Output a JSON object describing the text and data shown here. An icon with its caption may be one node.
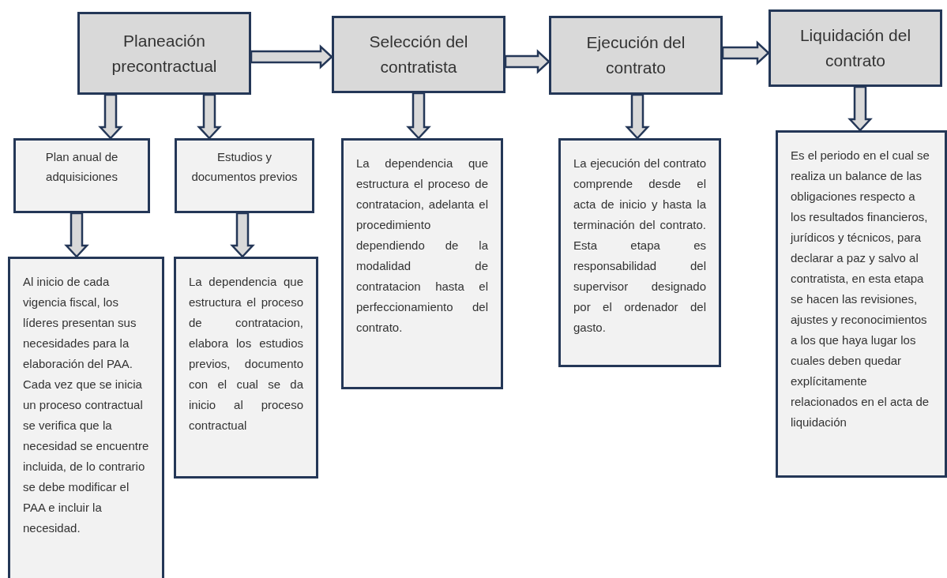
{
  "diagram": {
    "nodes": [
      {
        "text": [
          "Planeación precontractual"
        ]
      },
      {
        "text": [
          "Selección del contratista"
        ]
      },
      {
        "text": [
          "Ejecución del contrato"
        ]
      },
      {
        "text": [
          "Liquidación del contrato"
        ]
      },
      {
        "text": [
          "Plan anual de adquisiciones"
        ]
      },
      {
        "text": [
          "Estudios y documentos previos"
        ]
      },
      {
        "text": [
          "Al inicio de cada vigencia fiscal, los líderes presentan sus necesidades para la elaboración del PAA. Cada vez que se inicia un proceso contractual se verifica que la necesidad se encuentre incluida, de lo contrario se debe modificar el PAA e incluir la necesidad."
        ]
      },
      {
        "text": [
          "La dependencia que estructura el proceso de contratacion, elabora los estudios previos, documento con el cual se da inicio al proceso contractual"
        ]
      },
      {
        "text": [
          "La dependencia que estructura el proceso de contratacion, adelanta el procedimiento dependiendo de la modalidad de contratacion hasta el perfeccionamiento del contrato."
        ]
      },
      {
        "text": [
          "La ejecución del contrato comprende desde el acta de inicio y hasta la terminación del contrato. Esta etapa es responsabilidad del supervisor designado por el ordenador del gasto."
        ]
      },
      {
        "text": [
          "Es el periodo en el cual se realiza un balance de las obligaciones respecto a los resultados financieros, jurídicos y técnicos, para declarar a paz y salvo al contratista, en esta etapa se hacen las revisiones, ajustes y reconocimientos a los que haya lugar los cuales deben quedar explícitamente relacionados en el acta de liquidación"
        ]
      }
    ],
    "edges": [
      {
        "from": 0,
        "to": 1,
        "arrow": "to"
      },
      {
        "from": 1,
        "to": 2,
        "arrow": "to"
      },
      {
        "from": 2,
        "to": 3,
        "arrow": "to"
      },
      {
        "from": 0,
        "to": 4,
        "arrow": "to"
      },
      {
        "from": 0,
        "to": 5,
        "arrow": "to"
      },
      {
        "from": 4,
        "to": 6,
        "arrow": "to"
      },
      {
        "from": 5,
        "to": 7,
        "arrow": "to"
      },
      {
        "from": 1,
        "to": 8,
        "arrow": "to"
      },
      {
        "from": 2,
        "to": 9,
        "arrow": "to"
      },
      {
        "from": 3,
        "to": 10,
        "arrow": "to"
      }
    ]
  }
}
